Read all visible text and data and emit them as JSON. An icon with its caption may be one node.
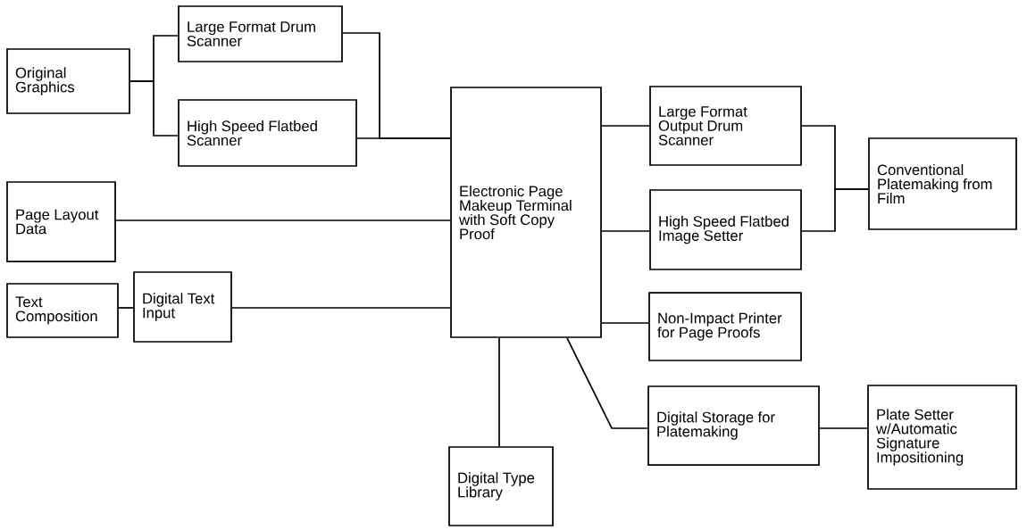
{
  "diagram": {
    "nodes": [
      {
        "text": [
          "Original Graphics"
        ]
      },
      {
        "text": [
          "Large Format Drum Scanner"
        ]
      },
      {
        "text": [
          "High Speed Flatbed Scanner"
        ]
      },
      {
        "text": [
          "Page Layout Data"
        ]
      },
      {
        "text": [
          "Text Composition"
        ]
      },
      {
        "text": [
          "Digital Text Input"
        ]
      },
      {
        "text": [
          "Electronic Page Makeup Terminal with Soft Copy Proof"
        ]
      },
      {
        "text": [
          "Large Format Output Drum Scanner"
        ]
      },
      {
        "text": [
          "High Speed Flatbed Image Setter"
        ]
      },
      {
        "text": [
          "Conventional Platemaking from Film"
        ]
      },
      {
        "text": [
          "Non-Impact Printer for Page Proofs"
        ]
      },
      {
        "text": [
          "Digital Storage for Platemaking"
        ]
      },
      {
        "text": [
          "Plate Setter w/Automatic Signature Impositioning"
        ]
      },
      {
        "text": [
          "Digital Type Library"
        ]
      }
    ],
    "edges": [
      {
        "from": 0,
        "to": 1,
        "arrow": "none"
      },
      {
        "from": 0,
        "to": 2,
        "arrow": "none"
      },
      {
        "from": 1,
        "to": 6,
        "arrow": "none"
      },
      {
        "from": 2,
        "to": 6,
        "arrow": "none"
      },
      {
        "from": 3,
        "to": 6,
        "arrow": "none"
      },
      {
        "from": 4,
        "to": 5,
        "arrow": "none"
      },
      {
        "from": 5,
        "to": 6,
        "arrow": "none"
      },
      {
        "from": 6,
        "to": 7,
        "arrow": "none"
      },
      {
        "from": 6,
        "to": 8,
        "arrow": "none"
      },
      {
        "from": 7,
        "to": 9,
        "arrow": "none"
      },
      {
        "from": 8,
        "to": 9,
        "arrow": "none"
      },
      {
        "from": 6,
        "to": 10,
        "arrow": "none"
      },
      {
        "from": 6,
        "to": 11,
        "arrow": "none"
      },
      {
        "from": 11,
        "to": 12,
        "arrow": "none"
      },
      {
        "from": 6,
        "to": 13,
        "arrow": "none"
      }
    ]
  }
}
